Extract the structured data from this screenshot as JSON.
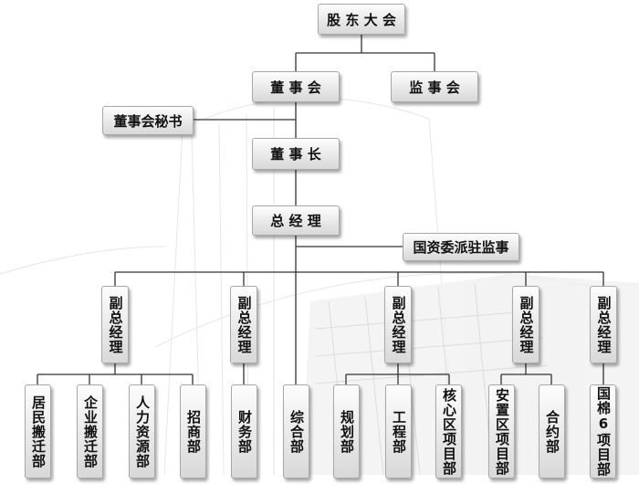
{
  "chart": {
    "top": {
      "shareholders": "股东大会"
    },
    "board": {
      "board": "董事会",
      "supervisors": "监事会",
      "secretary": "董事会秘书",
      "chairman": "董事长"
    },
    "management": {
      "general_manager": "总经理",
      "sasac_supervisor": "国资委派驻监事"
    },
    "deputies": [
      "副总经理",
      "副总经理",
      "副总经理",
      "副总经理",
      "副总经理"
    ],
    "departments": [
      "居民搬迁部",
      "企业搬迁部",
      "人力资源部",
      "招商部",
      "财务部",
      "综合部",
      "规划部",
      "工程部",
      "核心区项目部",
      "安置区项目部",
      "合约部",
      "国棉6项目部"
    ]
  },
  "colors": {
    "box_top": "#fdfdfd",
    "box_bottom": "#d8d8d8",
    "line": "#333333",
    "border": "#a8a8a8"
  }
}
